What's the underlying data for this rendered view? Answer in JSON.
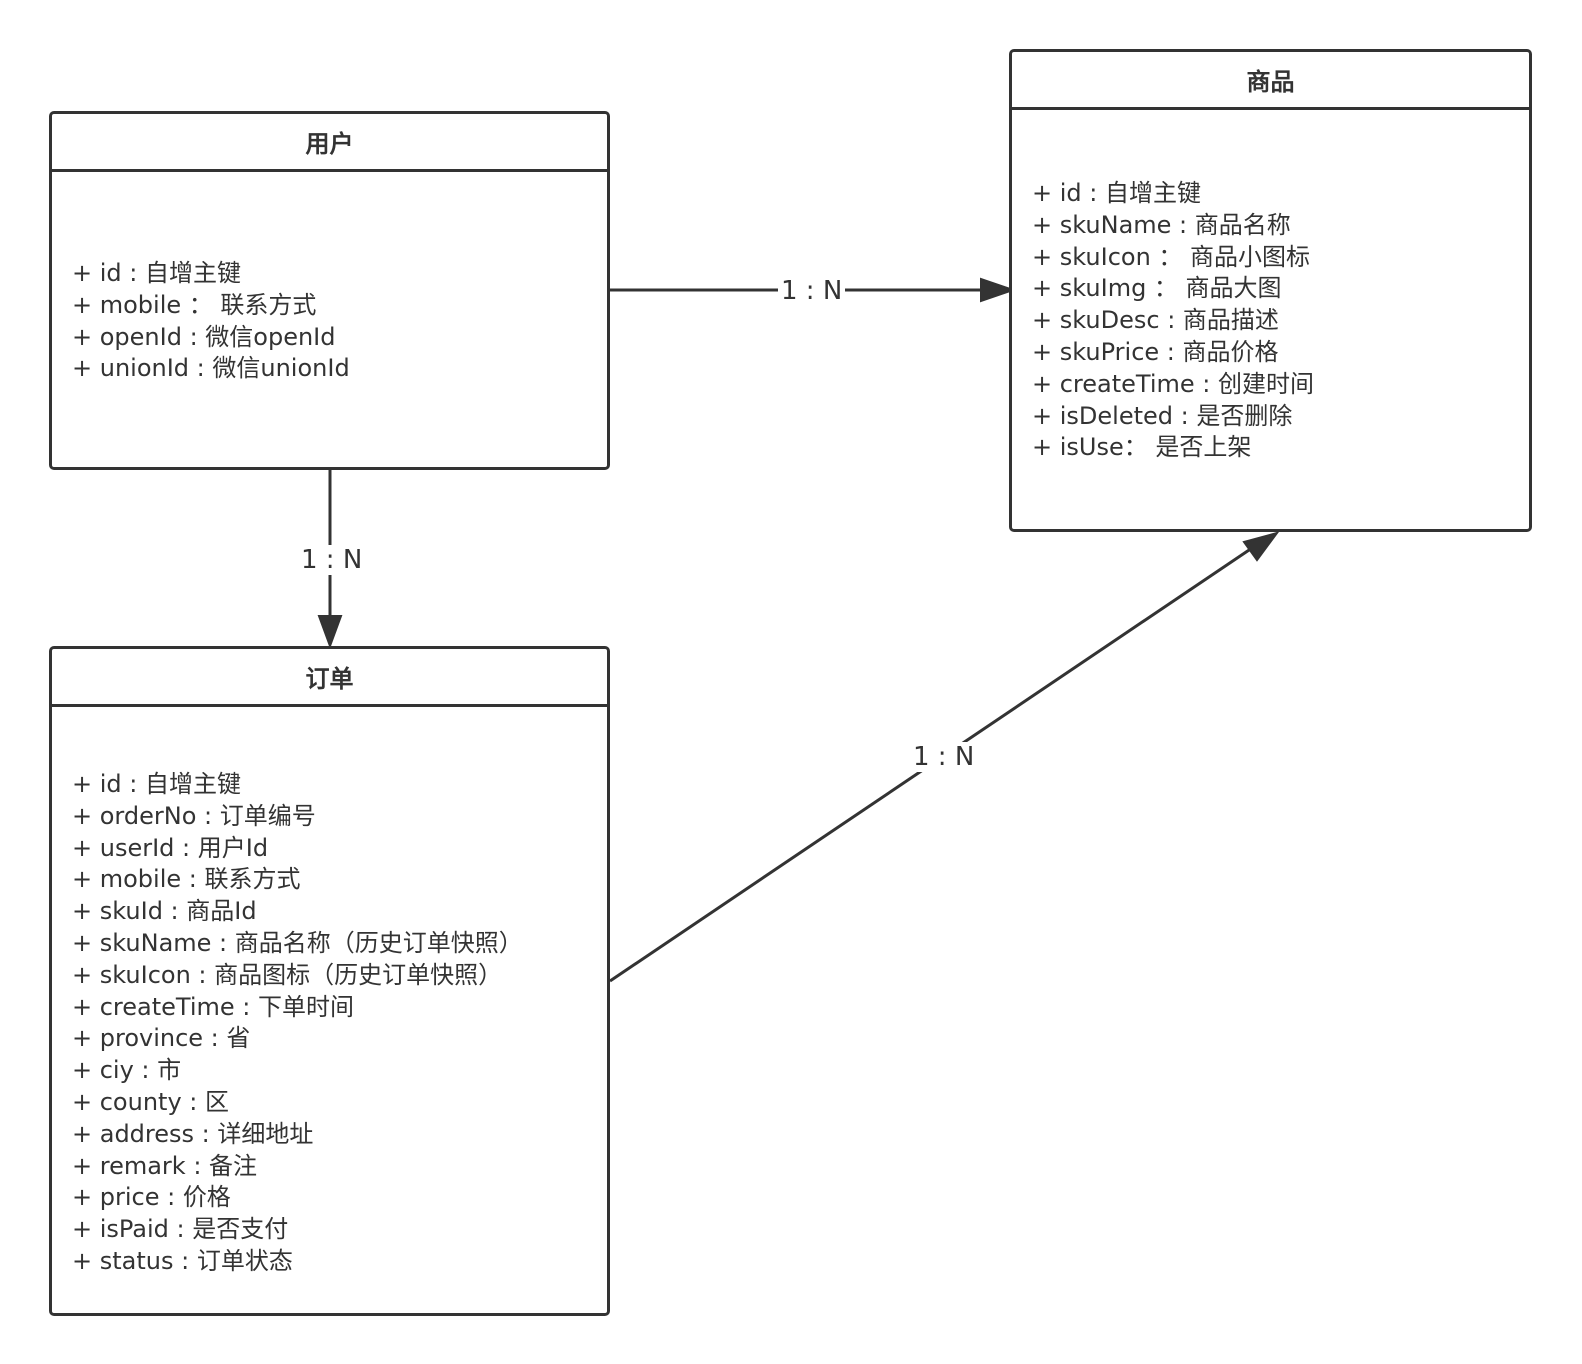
{
  "entities": {
    "user": {
      "title": "用户",
      "attributes": [
        "+ id : 自增主键",
        "+ mobile ： 联系方式",
        "+ openId : 微信openId",
        "+ unionId : 微信unionId"
      ]
    },
    "product": {
      "title": "商品",
      "attributes": [
        "+ id : 自增主键",
        "+ skuName : 商品名称",
        "+ skuIcon ： 商品小图标",
        "+ skuImg ： 商品大图",
        "+ skuDesc : 商品描述",
        "+ skuPrice : 商品价格",
        "+ createTime : 创建时间",
        "+ isDeleted : 是否删除",
        "+ isUse： 是否上架"
      ]
    },
    "order": {
      "title": "订单",
      "attributes": [
        "+ id : 自增主键",
        "+ orderNo : 订单编号",
        "+ userId : 用户Id",
        "+ mobile : 联系方式",
        "+ skuId : 商品Id",
        "+ skuName : 商品名称（历史订单快照）",
        "+ skuIcon : 商品图标（历史订单快照）",
        "+ createTime : 下单时间",
        "+ province : 省",
        "+ ciy : 市",
        "+ county : 区",
        "+ address : 详细地址",
        "+ remark : 备注",
        "+ price : 价格",
        "+ isPaid : 是否支付",
        "+ status : 订单状态"
      ]
    }
  },
  "relations": {
    "user_product": "1 : N",
    "user_order": "1 : N",
    "order_product": "1 : N"
  },
  "colors": {
    "stroke": "#333333",
    "text": "#333333",
    "background": "#ffffff"
  }
}
